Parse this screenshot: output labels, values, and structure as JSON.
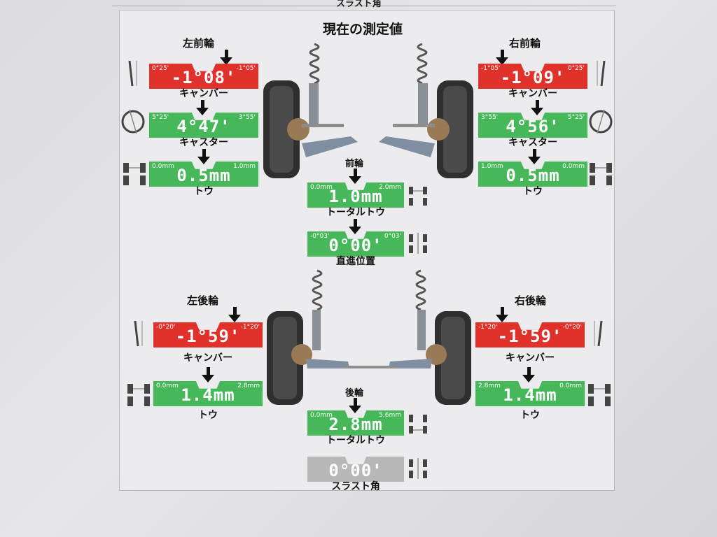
{
  "page": {
    "title": "現在の測定値",
    "prev_caption": "スラスト角"
  },
  "front": {
    "left_group": "左前輪",
    "right_group": "右前輪",
    "center_group": "前輪",
    "left": {
      "camber": {
        "value": "-1°08'",
        "min": "0°25'",
        "max": "-1°05'",
        "label": "キャンバー"
      },
      "caster": {
        "value": "4°47'",
        "min": "5°25'",
        "max": "3°55'",
        "label": "キャスター"
      },
      "toe": {
        "value": "0.5mm",
        "min": "0.0mm",
        "max": "1.0mm",
        "label": "トウ"
      }
    },
    "right": {
      "camber": {
        "value": "-1°09'",
        "min": "-1°05'",
        "max": "0°25'",
        "label": "キャンバー"
      },
      "caster": {
        "value": "4°56'",
        "min": "3°55'",
        "max": "5°25'",
        "label": "キャスター"
      },
      "toe": {
        "value": "0.5mm",
        "min": "1.0mm",
        "max": "0.0mm",
        "label": "トウ"
      }
    },
    "total_toe": {
      "value": "1.0mm",
      "min": "0.0mm",
      "max": "2.0mm",
      "label": "トータルトウ"
    },
    "straight": {
      "value": "0°00'",
      "min": "-0°03'",
      "max": "0°03'",
      "label": "直進位置"
    }
  },
  "rear": {
    "left_group": "左後輪",
    "right_group": "右後輪",
    "center_group": "後輪",
    "left": {
      "camber": {
        "value": "-1°59'",
        "min": "-0°20'",
        "max": "-1°20'",
        "label": "キャンバー"
      },
      "toe": {
        "value": "1.4mm",
        "min": "0.0mm",
        "max": "2.8mm",
        "label": "トウ"
      }
    },
    "right": {
      "camber": {
        "value": "-1°59'",
        "min": "-1°20'",
        "max": "-0°20'",
        "label": "キャンバー"
      },
      "toe": {
        "value": "1.4mm",
        "min": "2.8mm",
        "max": "0.0mm",
        "label": "トウ"
      }
    },
    "total_toe": {
      "value": "2.8mm",
      "min": "0.0mm",
      "max": "5.6mm",
      "label": "トータルトウ"
    },
    "thrust": {
      "value": "0°00'",
      "label": "スラスト角"
    }
  },
  "colors": {
    "out_of_range": "#e0312b",
    "in_range": "#47b85a",
    "neutral": "#b8b8b8"
  }
}
